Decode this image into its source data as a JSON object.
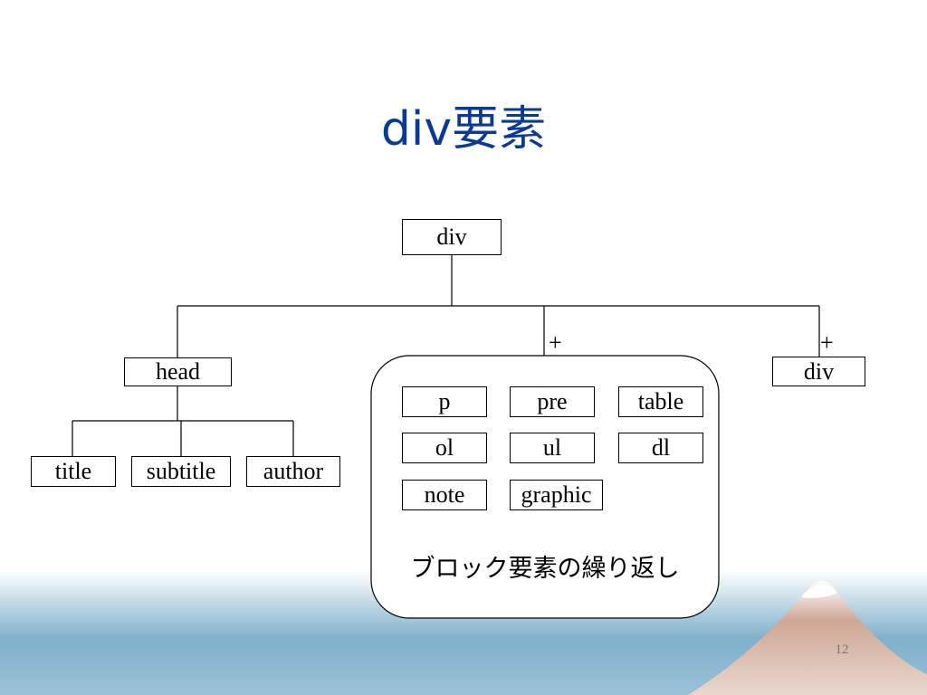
{
  "slide": {
    "title": "div要素",
    "page_number": "12"
  },
  "tree": {
    "root": "div",
    "children": {
      "head": {
        "label": "head",
        "children": [
          "title",
          "subtitle",
          "author"
        ]
      },
      "repeat_marker": "+",
      "block_group": {
        "elements": [
          "p",
          "pre",
          "table",
          "ol",
          "ul",
          "dl",
          "note",
          "graphic"
        ],
        "caption": "ブロック要素の繰り返し"
      },
      "div_repeat_marker": "+",
      "div": "div"
    }
  },
  "colors": {
    "title": "#0a3a96",
    "lines": "#000000",
    "band_light": "#dce9f0",
    "band_mid": "#6aa3c2",
    "mountain": "#b5806a"
  }
}
